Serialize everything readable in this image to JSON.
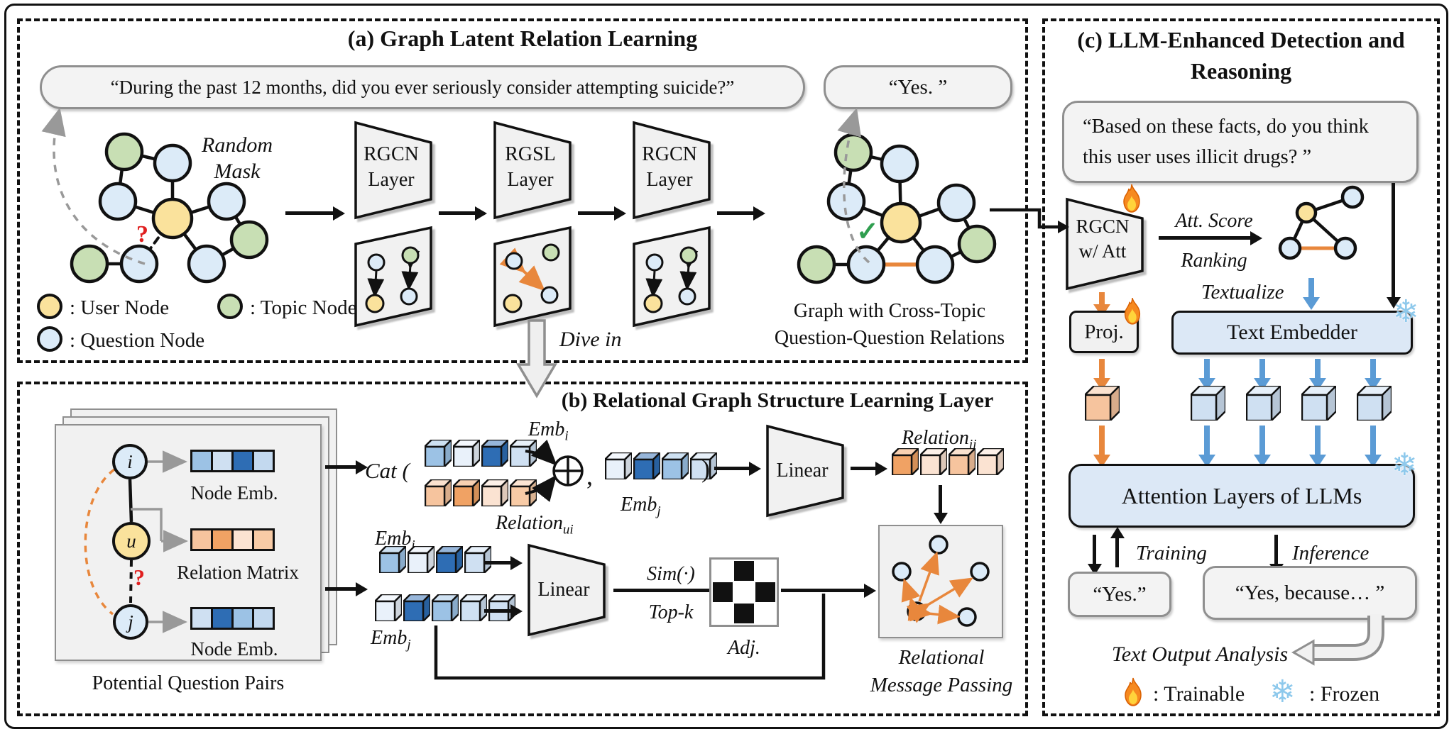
{
  "colors": {
    "user_node": "#fae29c",
    "topic_node": "#c8dfb4",
    "question_node": "#dcebf8",
    "orange": "#e8873c",
    "blue_arrow": "#5b9bd5",
    "red_mark": "#e02020",
    "green_check": "#2f9e4f",
    "box_blue": "#dce8f6",
    "box_gray": "#f1f1f1"
  },
  "cube_palette": {
    "blue_dark": "#2e6db4",
    "blue_mid": "#9cc2e5",
    "blue_light": "#cfe0f2",
    "blue_light2": "#c3d9ef",
    "blue_xlight": "#e9f1fa",
    "orange_dark": "#f0a264",
    "orange_mid": "#f6c49e",
    "orange_mid2": "#f8cba6",
    "orange_light": "#fbe3d2"
  },
  "panel_a": {
    "title": "(a) Graph Latent Relation Learning",
    "question_bubble": "“During the past 12 months, did you ever seriously consider attempting suicide?”",
    "answer_bubble": "“Yes. ”",
    "random_mask": {
      "line1": "Random",
      "line2": "Mask"
    },
    "mask_mark": "?",
    "check_mark": "✓",
    "layers": [
      {
        "name": "RGCN",
        "word": "Layer"
      },
      {
        "name": "RGSL",
        "word": "Layer"
      },
      {
        "name": "RGCN",
        "word": "Layer"
      }
    ],
    "dive_in": "Dive in",
    "caption": {
      "line1": "Graph with Cross-Topic",
      "line2": "Question-Question Relations"
    },
    "legend": {
      "user": ": User Node",
      "topic": ": Topic Node",
      "question": ": Question Node"
    }
  },
  "panel_b": {
    "title": "(b) Relational Graph Structure Learning Layer",
    "card": {
      "node_i": "i",
      "node_u": "u",
      "node_j": "j",
      "mask_mark": "?",
      "emb_i_label": "Node Emb.",
      "relation_label": "Relation Matrix",
      "emb_j_label": "Node Emb.",
      "caption": "Potential Question Pairs",
      "squares_i": [
        "blue_mid",
        "blue_light",
        "blue_dark",
        "blue_light2"
      ],
      "squares_u": [
        "orange_mid",
        "orange_dark",
        "orange_light",
        "orange_mid2"
      ],
      "squares_j": [
        "blue_light",
        "blue_dark",
        "blue_mid",
        "blue_light2"
      ]
    },
    "cat": {
      "open": "Cat (",
      "comma": ",",
      "close": ")"
    },
    "labels": {
      "emb_i": {
        "base": "Emb",
        "sub": "i"
      },
      "emb_j": {
        "base": "Emb",
        "sub": "j"
      },
      "relation_ui": {
        "base": "Relation",
        "sub": "ui"
      },
      "relation_ij": {
        "base": "Relation",
        "sub": "ij"
      }
    },
    "linear": "Linear",
    "sim": "Sim(·)",
    "topk": "Top-k",
    "adj_label": "Adj.",
    "adjacency": [
      [
        0,
        1,
        0
      ],
      [
        1,
        0,
        1
      ],
      [
        0,
        1,
        0
      ]
    ],
    "rmp": {
      "line1": "Relational",
      "line2": "Message Passing"
    },
    "cubes": {
      "cat_emb_i": [
        "blue_mid",
        "blue_xlight",
        "blue_dark",
        "blue_light"
      ],
      "cat_relation_ui": [
        "orange_mid",
        "orange_dark",
        "orange_light",
        "orange_mid2"
      ],
      "cat_emb_j": [
        "blue_xlight",
        "blue_dark",
        "blue_mid",
        "blue_light"
      ],
      "relation_ij": [
        "orange_dark",
        "orange_light",
        "orange_mid",
        "orange_light"
      ],
      "low_emb_i": [
        "blue_mid",
        "blue_xlight",
        "blue_dark",
        "blue_light"
      ],
      "low_emb_j": [
        "blue_xlight",
        "blue_dark",
        "blue_mid",
        "blue_light",
        "blue_light"
      ]
    }
  },
  "panel_c": {
    "title": {
      "line1": "(c) LLM-Enhanced Detection and",
      "line2": "Reasoning"
    },
    "question_bubble": {
      "line1": "“Based on these facts, do you think",
      "line2": "this user uses illicit drugs? ”"
    },
    "rgcn_att": {
      "line1": "RGCN",
      "line2": "w/ Att"
    },
    "att_score": "Att. Score",
    "ranking": "Ranking",
    "textualize": "Textualize",
    "text_embedder": "Text Embedder",
    "proj": "Proj.",
    "attention_layers": "Attention Layers of LLMs",
    "training": "Training",
    "inference": "Inference",
    "yes_bubble": "“Yes.”",
    "yes_because_bubble": "“Yes, because… ”",
    "text_output": "Text Output Analysis",
    "legend_trainable": ": Trainable",
    "legend_frozen": ": Frozen",
    "snowflake": "❄",
    "cubes": {
      "proj_out": [
        "orange_mid"
      ],
      "embed_out": [
        "blue_light"
      ]
    }
  }
}
